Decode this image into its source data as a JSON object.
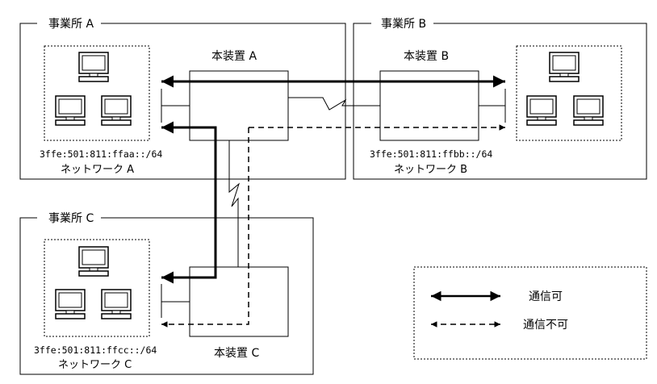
{
  "sites": [
    {
      "id": "a",
      "label": "事業所 A"
    },
    {
      "id": "b",
      "label": "事業所 B"
    },
    {
      "id": "c",
      "label": "事業所 C"
    }
  ],
  "devices": [
    {
      "id": "a",
      "label": "本装置 A"
    },
    {
      "id": "b",
      "label": "本装置 B"
    },
    {
      "id": "c",
      "label": "本装置 C"
    }
  ],
  "networks": [
    {
      "id": "a",
      "prefix": "3ffe:501:811:ffaa::/64",
      "name": "ネットワーク A"
    },
    {
      "id": "b",
      "prefix": "3ffe:501:811:ffbb::/64",
      "name": "ネットワーク B"
    },
    {
      "id": "c",
      "prefix": "3ffe:501:811:ffcc::/64",
      "name": "ネットワーク C"
    }
  ],
  "legend": {
    "allowed": "通信可",
    "denied": "通信不可"
  },
  "icons": {
    "computer": "computer-icon"
  },
  "colors": {
    "line": "#000000",
    "background": "#ffffff"
  }
}
